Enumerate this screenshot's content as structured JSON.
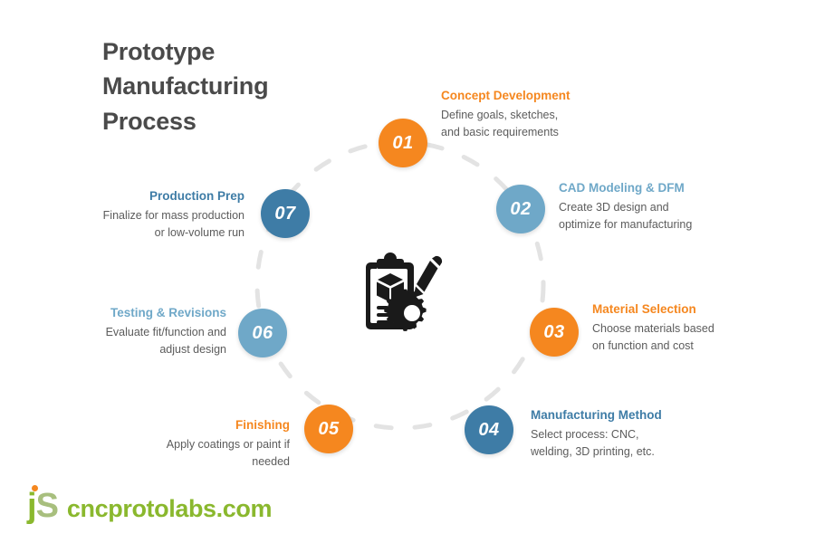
{
  "title": {
    "line1": "Prototype",
    "line2": "Manufacturing",
    "line3": "Process"
  },
  "colors": {
    "orange": "#F5871F",
    "blue_light": "#6FA8C8",
    "blue_dark": "#3E7CA6",
    "title_gray": "#4A4A4A",
    "body_gray": "#5C5C5C",
    "ring_gray": "#E3E3E3",
    "logo_green": "#8AB82E",
    "logo_green_light": "#A8BF7E",
    "background": "#FFFFFF"
  },
  "steps": [
    {
      "number": "01",
      "heading": "Concept Development",
      "body_line1": "Define goals, sketches,",
      "body_line2": "and basic requirements",
      "color": "#F5871F",
      "align": "left"
    },
    {
      "number": "02",
      "heading": "CAD Modeling & DFM",
      "body_line1": "Create 3D design and",
      "body_line2": "optimize for manufacturing",
      "color": "#6FA8C8",
      "align": "left"
    },
    {
      "number": "03",
      "heading": "Material Selection",
      "body_line1": "Choose materials based",
      "body_line2": "on function and cost",
      "color": "#F5871F",
      "align": "left"
    },
    {
      "number": "04",
      "heading": "Manufacturing Method",
      "body_line1": "Select process: CNC,",
      "body_line2": "welding, 3D printing, etc.",
      "color": "#3E7CA6",
      "align": "left"
    },
    {
      "number": "05",
      "heading": "Finishing",
      "body_line1": "Apply coatings or paint if",
      "body_line2": "needed",
      "color": "#F5871F",
      "align": "right"
    },
    {
      "number": "06",
      "heading": "Testing & Revisions",
      "body_line1": "Evaluate fit/function and",
      "body_line2": "adjust design",
      "color": "#6FA8C8",
      "align": "right"
    },
    {
      "number": "07",
      "heading": "Production Prep",
      "body_line1": "Finalize for mass production",
      "body_line2": "or low-volume run",
      "color": "#3E7CA6",
      "align": "right"
    }
  ],
  "center_icon": {
    "name": "clipboard-cube-gear-pencil-icon"
  },
  "logo": {
    "mark_j": "j",
    "mark_s": "S",
    "domain": "cncprotolabs.com"
  }
}
